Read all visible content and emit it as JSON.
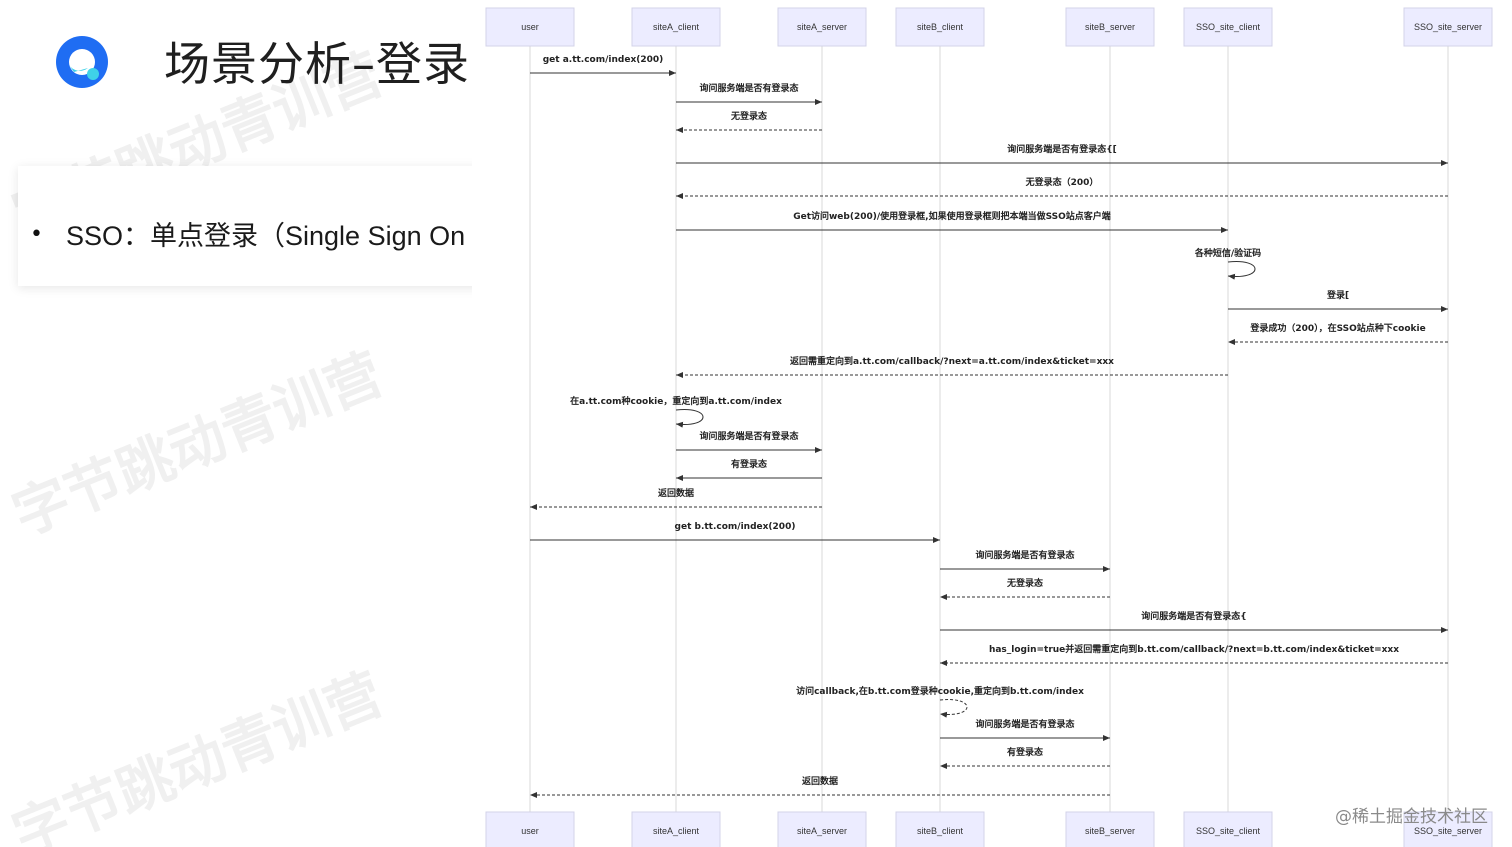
{
  "slide": {
    "title": "场景分析–登录",
    "bullet": "SSO：单点登录（Single Sign On",
    "watermark": "字节跳动青训营",
    "credit": "@稀土掘金技术社区",
    "colors": {
      "logo_blue": "#1f6df3",
      "logo_cyan": "#3fd2e8",
      "actor_fill": "#ececff"
    }
  },
  "diagram": {
    "participants": [
      "user",
      "siteA_client",
      "siteA_server",
      "siteB_client",
      "siteB_server",
      "SSO_site_client",
      "SSO_site_server"
    ],
    "messages": [
      {
        "from": 0,
        "to": 1,
        "text": "get a.tt.com/index(200)",
        "dashed": false
      },
      {
        "from": 1,
        "to": 2,
        "text": "询问服务端是否有登录态",
        "dashed": false
      },
      {
        "from": 2,
        "to": 1,
        "text": "无登录态",
        "dashed": true
      },
      {
        "from": 1,
        "to": 6,
        "text": "询问服务端是否有登录态{[",
        "dashed": false
      },
      {
        "from": 6,
        "to": 1,
        "text": "无登录态（200）",
        "dashed": true
      },
      {
        "from": 1,
        "to": 5,
        "text": "Get访问web(200)/使用登录框,如果使用登录框则把本端当做SSO站点客户端",
        "dashed": false
      },
      {
        "from": 5,
        "to": 5,
        "text": "各种短信/验证码",
        "dashed": false
      },
      {
        "from": 5,
        "to": 6,
        "text": "登录[",
        "dashed": false
      },
      {
        "from": 6,
        "to": 5,
        "text": "登录成功（200），在SSO站点种下cookie",
        "dashed": true
      },
      {
        "from": 5,
        "to": 1,
        "text": "返回需重定向到a.tt.com/callback/?next=a.tt.com/index&ticket=xxx",
        "dashed": true
      },
      {
        "from": 1,
        "to": 1,
        "text": "在a.tt.com种cookie，重定向到a.tt.com/index",
        "dashed": false
      },
      {
        "from": 1,
        "to": 2,
        "text": "询问服务端是否有登录态",
        "dashed": false
      },
      {
        "from": 2,
        "to": 1,
        "text": "有登录态",
        "dashed": false
      },
      {
        "from": 2,
        "to": 0,
        "text": "返回数据",
        "dashed": true
      },
      {
        "from": 0,
        "to": 3,
        "text": "get b.tt.com/index(200)",
        "dashed": false
      },
      {
        "from": 3,
        "to": 4,
        "text": "询问服务端是否有登录态",
        "dashed": false
      },
      {
        "from": 4,
        "to": 3,
        "text": "无登录态",
        "dashed": true
      },
      {
        "from": 3,
        "to": 6,
        "text": "询问服务端是否有登录态{",
        "dashed": false
      },
      {
        "from": 6,
        "to": 3,
        "text": "has_login=true并返回需重定向到b.tt.com/callback/?next=b.tt.com/index&ticket=xxx",
        "dashed": true
      },
      {
        "from": 3,
        "to": 3,
        "text": "访问callback,在b.tt.com登录种cookie,重定向到b.tt.com/index",
        "dashed": true
      },
      {
        "from": 3,
        "to": 4,
        "text": "询问服务端是否有登录态",
        "dashed": false
      },
      {
        "from": 4,
        "to": 3,
        "text": "有登录态",
        "dashed": true
      },
      {
        "from": 4,
        "to": 0,
        "text": "返回数据",
        "dashed": true
      }
    ]
  }
}
